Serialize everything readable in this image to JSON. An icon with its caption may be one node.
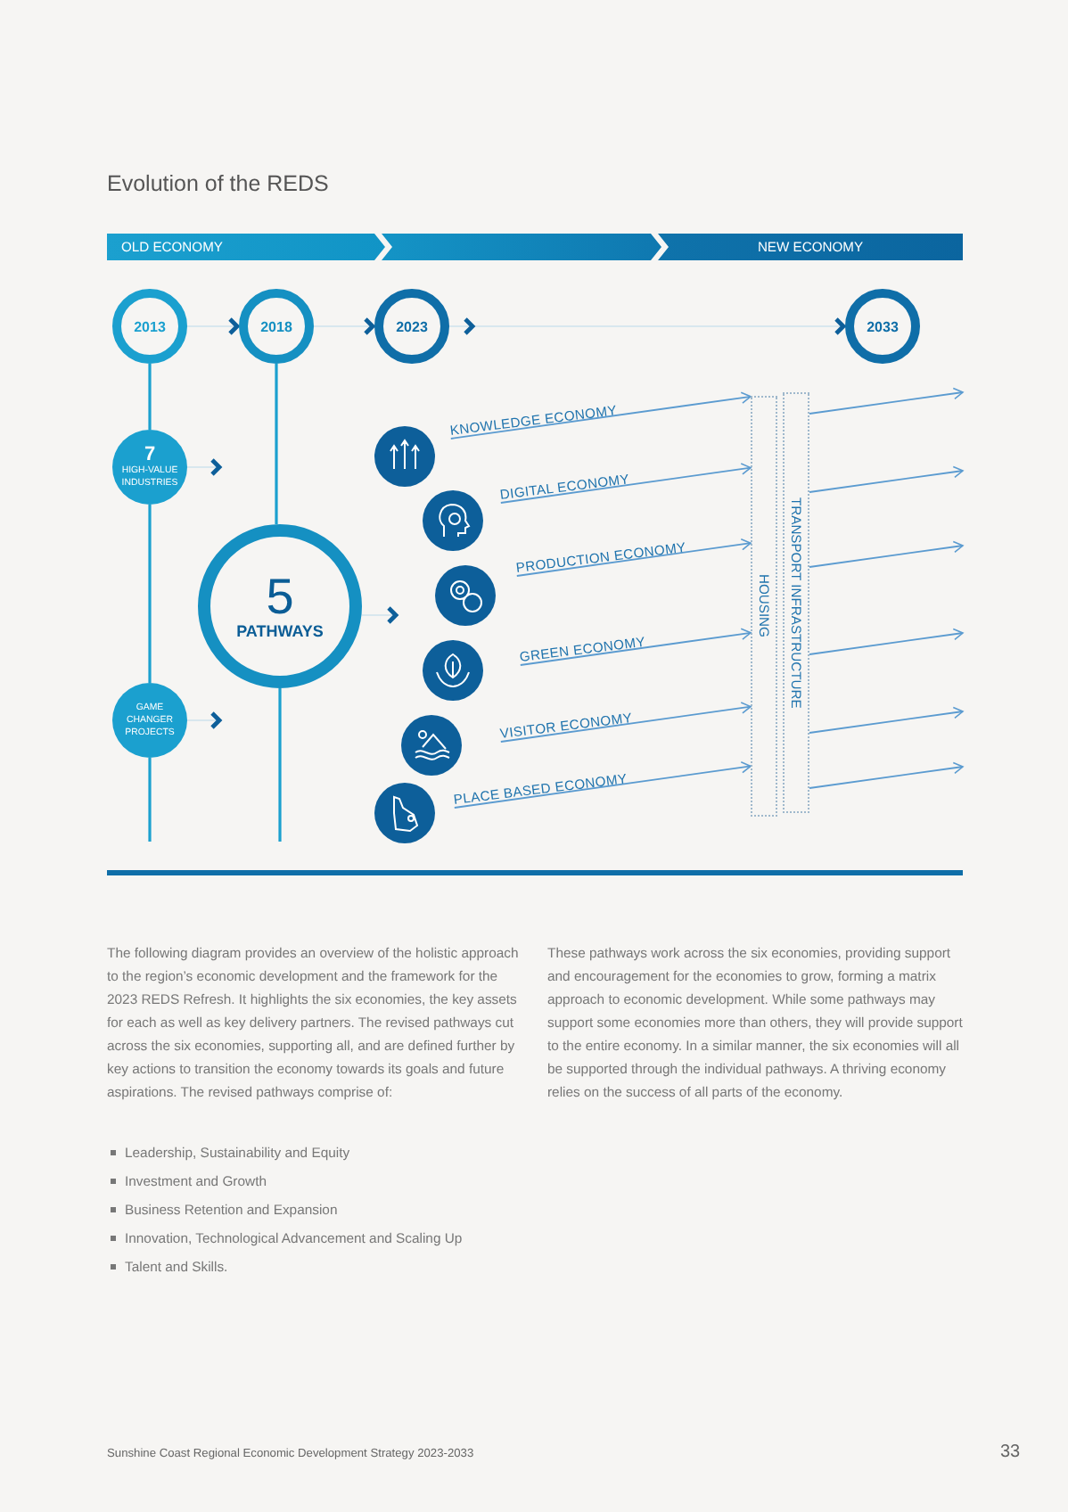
{
  "diagram": {
    "title": "Evolution of the REDS",
    "nodes": [
      {
        "text": [
          "OLD ECONOMY"
        ]
      },
      {
        "text": [],
        "shape": "bar"
      },
      {
        "text": [
          "NEW ECONOMY"
        ]
      },
      {
        "text": [
          "2013"
        ]
      },
      {
        "text": [
          "2018"
        ]
      },
      {
        "text": [
          "2023"
        ]
      },
      {
        "text": [
          "2033"
        ]
      },
      {
        "text": [
          "7",
          "HIGH-VALUE INDUSTRIES"
        ]
      },
      {
        "text": [
          "GAME CHANGER PROJECTS"
        ]
      },
      {
        "text": [
          "5",
          "PATHWAYS"
        ]
      },
      {
        "text": [
          "KNOWLEDGE ECONOMY"
        ]
      },
      {
        "text": [
          "DIGITAL ECONOMY"
        ]
      },
      {
        "text": [
          "PRODUCTION ECONOMY"
        ]
      },
      {
        "text": [
          "GREEN ECONOMY"
        ]
      },
      {
        "text": [
          "VISITOR ECONOMY"
        ]
      },
      {
        "text": [
          "PLACE BASED ECONOMY"
        ]
      },
      {
        "text": [
          "HOUSING"
        ]
      },
      {
        "text": [
          "TRANSPORT INFRASTRUCTURE"
        ]
      }
    ],
    "edges": [
      {
        "from": 3,
        "to": 4,
        "arrow": "to",
        "color": "#b9d9ea"
      },
      {
        "from": 4,
        "to": 5,
        "arrow": "to",
        "color": "#b9d9ea"
      },
      {
        "from": 5,
        "to": 6,
        "arrow": "to",
        "color": "#b9d9ea"
      },
      {
        "from": 3,
        "to": 7,
        "arrow": "none",
        "color": "#1ba0cf"
      },
      {
        "from": 7,
        "to": 8,
        "arrow": "none",
        "color": "#1ba0cf"
      },
      {
        "from": 8,
        "to": null,
        "arrow": "none",
        "color": "#1ba0cf"
      },
      {
        "from": 4,
        "to": 9,
        "arrow": "none",
        "color": "#1ba0cf"
      },
      {
        "from": 9,
        "to": null,
        "arrow": "none",
        "color": "#1ba0cf"
      },
      {
        "from": 7,
        "to": null,
        "arrow": "to",
        "color": "#b9d9ea"
      },
      {
        "from": 8,
        "to": null,
        "arrow": "to",
        "color": "#b9d9ea"
      },
      {
        "from": 9,
        "to": null,
        "arrow": "to",
        "color": "#b9d9ea"
      },
      {
        "from": 10,
        "to": 16,
        "arrow": "to"
      },
      {
        "from": 11,
        "to": 16,
        "arrow": "to"
      },
      {
        "from": 12,
        "to": 16,
        "arrow": "to"
      },
      {
        "from": 13,
        "to": 16,
        "arrow": "to"
      },
      {
        "from": 14,
        "to": 16,
        "arrow": "to"
      },
      {
        "from": 15,
        "to": 16,
        "arrow": "to"
      },
      {
        "from": 17,
        "to": null,
        "arrow": "to"
      },
      {
        "from": 17,
        "to": null,
        "arrow": "to"
      },
      {
        "from": 17,
        "to": null,
        "arrow": "to"
      },
      {
        "from": 17,
        "to": null,
        "arrow": "to"
      },
      {
        "from": 17,
        "to": null,
        "arrow": "to"
      },
      {
        "from": 17,
        "to": null,
        "arrow": "to"
      }
    ],
    "labels": [
      "The following diagram provides an overview of the holistic approach to the region’s economic development and the framework for the 2023 REDS Refresh. It highlights the six economies, the key assets for each as well as key delivery partners. The revised pathways cut across the six economies, supporting all, and are defined further by key actions to transition the economy towards its goals and future aspirations. The revised pathways comprise of:",
      "Leadership, Sustainability and Equity",
      "Investment and Growth",
      "Business Retention and Expansion",
      "Innovation, Technological Advancement and Scaling Up",
      "Talent and Skills.",
      "These pathways work across the six economies, providing support and encouragement for the economies to grow, forming a matrix approach to economic development. While some pathways may support some economies more than others, they will provide support to the entire economy. In a similar manner, the six economies will all be supported through the individual pathways. A thriving economy relies on the success of all parts of the economy.",
      "Sunshine Coast Regional Economic Development Strategy 2023-2033",
      "33"
    ]
  }
}
